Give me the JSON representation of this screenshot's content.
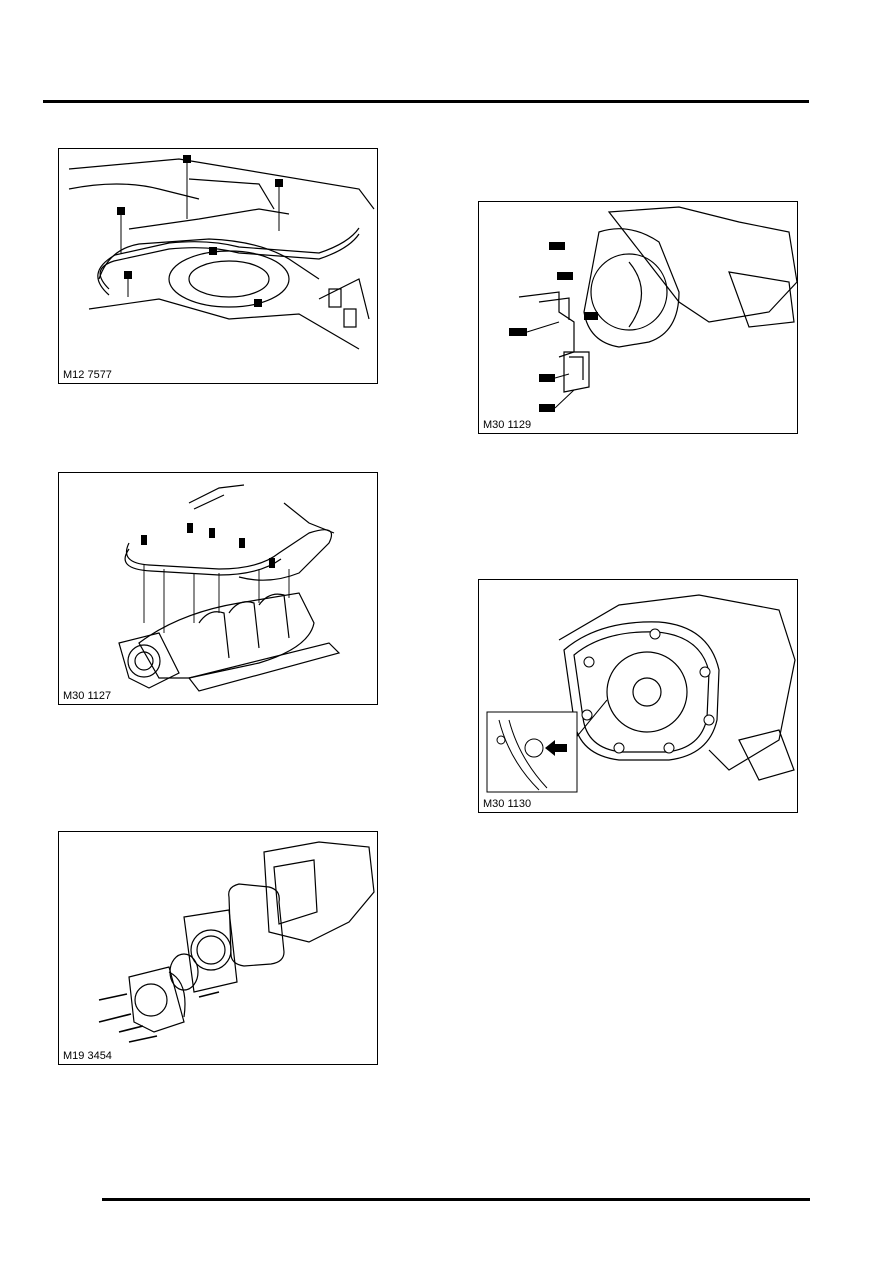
{
  "figures": [
    {
      "label": "M12 7577"
    },
    {
      "label": "M30 1127"
    },
    {
      "label": "M19 3454"
    },
    {
      "label": "M30 1129"
    },
    {
      "label": "M30 1130"
    }
  ]
}
